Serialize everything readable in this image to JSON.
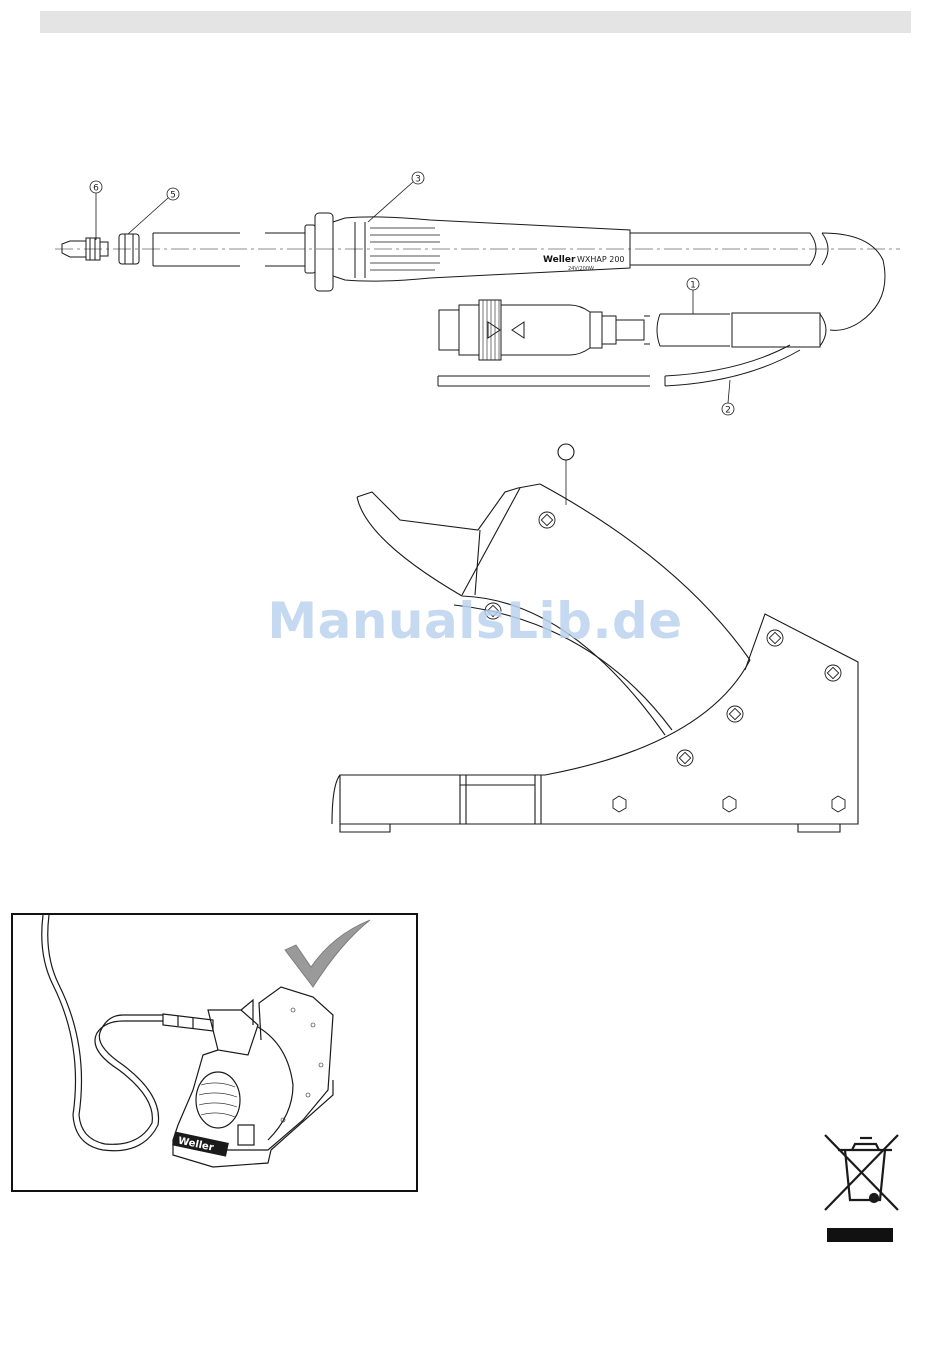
{
  "watermark": "ManualsLib.de",
  "iron": {
    "brand": "Weller",
    "model": "WXHAP 200",
    "rating": "24V/200W"
  },
  "callouts": [
    "1",
    "2",
    "3",
    "5",
    "6"
  ],
  "photo": {
    "brand": "Weller"
  },
  "colors": {
    "line": "#1a1a1a",
    "watermark": "#bcd3ef",
    "header_bar": "#e4e4e4"
  },
  "icons": [
    "soldering-iron-diagram",
    "holder-stand-diagram",
    "check-mark-icon",
    "weee-crossed-bin-icon"
  ]
}
